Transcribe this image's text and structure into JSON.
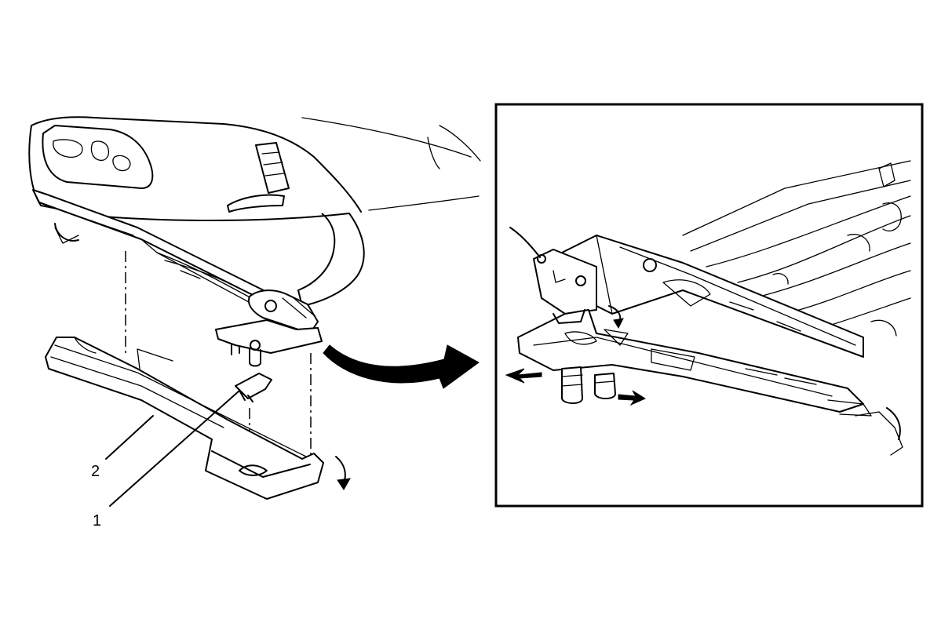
{
  "callouts": [
    {
      "id": "1",
      "label": "1"
    },
    {
      "id": "2",
      "label": "2"
    }
  ],
  "icons": [
    "curved-arrow-icon",
    "direction-arrow-icon",
    "rotation-arrow-icon"
  ]
}
